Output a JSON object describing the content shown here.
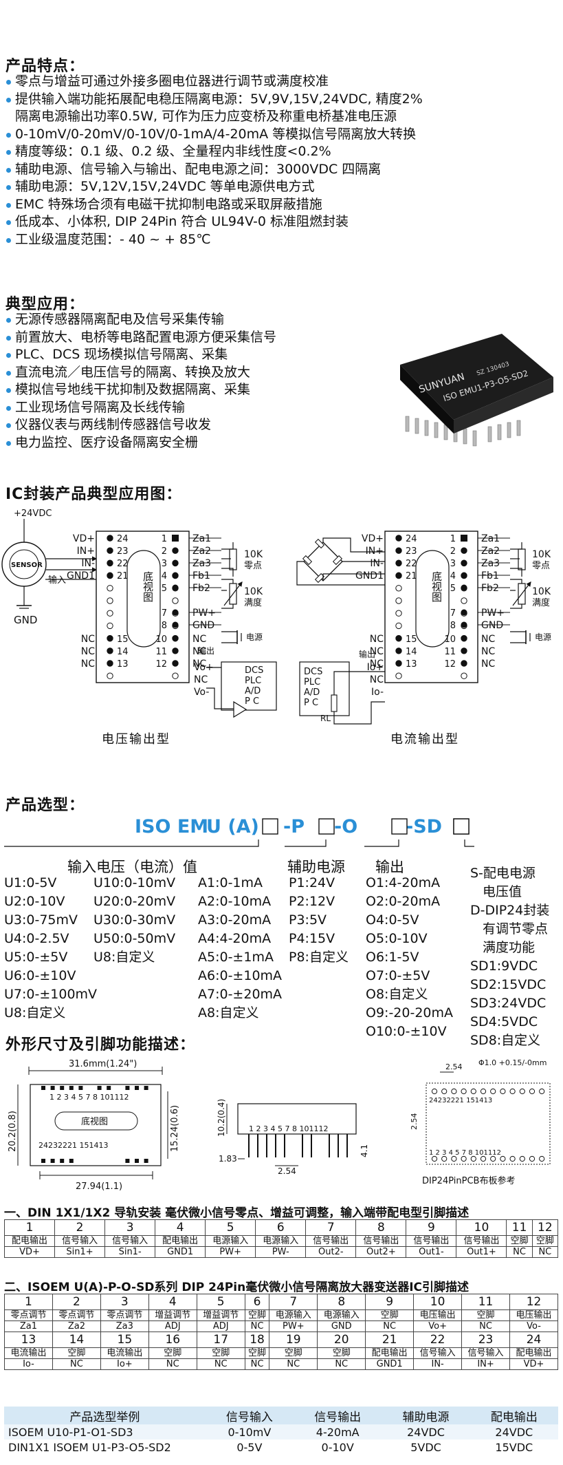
{
  "features": {
    "title": "产品特点：",
    "items": [
      {
        "text": "零点与增益可通过外接多圈电位器进行调节或满度校准"
      },
      {
        "text": "提供输入端功能拓展配电稳压隔离电源：5V,9V,15V,24VDC, 精度2%"
      },
      {
        "text": "隔离电源输出功率0.5W, 可作为压力应变桥及称重电桥基准电压源",
        "cont": true
      },
      {
        "text": "0-10mV/0-20mV/0-10V/0-1mA/4-20mA 等模拟信号隔离放大转换"
      },
      {
        "text": "精度等级：0.1 级、0.2 级、全量程内非线性度<0.2%"
      },
      {
        "text": "辅助电源、信号输入与输出、配电电源之间：3000VDC 四隔离"
      },
      {
        "text": "辅助电源：5V,12V,15V,24VDC 等单电源供电方式"
      },
      {
        "text": "EMC 特殊场合须有电磁干扰抑制电路或采取屏蔽措施"
      },
      {
        "text": "低成本、小体积, DIP 24Pin 符合 UL94V-0 标准阻燃封装"
      },
      {
        "text": "工业级温度范围：- 40 ~ + 85℃"
      }
    ]
  },
  "applications": {
    "title": "典型应用：",
    "items": [
      "无源传感器隔离配电及信号采集传输",
      "前置放大、电桥等电路配置电源方便采集信号",
      "PLC、DCS 现场模拟信号隔离、采集",
      "直流电流／电压信号的隔离、转换及放大",
      "模拟信号地线干扰抑制及数据隔离、采集",
      "工业现场信号隔离及长线传输",
      "仪器仪表与两线制传感器信号收发",
      "电力监控、医疗设备隔离安全栅"
    ]
  },
  "chip_photo": {
    "brand": "SUNYUAN",
    "code": "SZ 130403",
    "model": "ISO EMU1-P3-O5-SD2"
  },
  "ic_diagram": {
    "title": "IC封装产品典型应用图：",
    "supply": "+24VDC",
    "sensor": "SENSOR",
    "gnd": "GND",
    "bottom_view": "底视图",
    "left_pins": [
      {
        "name": "VD+",
        "num": "24"
      },
      {
        "name": "IN+",
        "num": "23"
      },
      {
        "name": "IN-",
        "num": "22"
      },
      {
        "name": "GND1",
        "num": "21"
      },
      {
        "name": "NC",
        "num": "15"
      },
      {
        "name": "NC",
        "num": "14"
      },
      {
        "name": "NC",
        "num": "13"
      }
    ],
    "right_pins": [
      {
        "name": "Za1",
        "num": "1"
      },
      {
        "name": "Za2",
        "num": "2"
      },
      {
        "name": "Za3",
        "num": "3"
      },
      {
        "name": "Fb1",
        "num": "4"
      },
      {
        "name": "Fb2",
        "num": "5"
      },
      {
        "name": "PW+",
        "num": "7"
      },
      {
        "name": "GND",
        "num": "8"
      },
      {
        "name": "NC",
        "num": "10"
      },
      {
        "name": "NC",
        "num": "11"
      },
      {
        "name": "NC",
        "num": "12"
      }
    ],
    "input_label": "输入",
    "pot1": "10K",
    "pot1_desc": "零点",
    "pot2": "10K",
    "pot2_desc": "满度",
    "power_label": "电源",
    "output_label": "输出",
    "volt_out_pins": [
      "Vo+",
      "NC",
      "Vo-"
    ],
    "curr_out_pins": [
      "Io+",
      "NC",
      "Io-"
    ],
    "load_lines": [
      "DCS",
      "PLC",
      "A/D",
      "P C"
    ],
    "rl": "RL",
    "caption_voltage": "电压输出型",
    "caption_current": "电流输出型"
  },
  "selection": {
    "title": "产品选型：",
    "model_parts": [
      "ISO EM",
      "U (A)",
      "-P",
      "-O",
      "-SD"
    ],
    "col_input_title": "输入电压（电流）值",
    "col_aux_title": "辅助电源",
    "col_out_title": "输出",
    "u_a": [
      "U1:0-5V",
      "U2:0-10V",
      "U3:0-75mV",
      "U4:0-2.5V",
      "U5:0-±5V",
      "U6:0-±10V",
      "U7:0-±100mV",
      "U8:自定义"
    ],
    "u_b": [
      "U10:0-10mV",
      "U20:0-20mV",
      "U30:0-30mV",
      "U50:0-50mV",
      "U8:自定义"
    ],
    "a": [
      "A1:0-1mA",
      "A2:0-10mA",
      "A3:0-20mA",
      "A4:4-20mA",
      "A5:0-±1mA",
      "A6:0-±10mA",
      "A7:0-±20mA",
      "A8:自定义"
    ],
    "p": [
      "P1:24V",
      "P2:12V",
      "P3:5V",
      "P4:15V",
      "P8:自定义"
    ],
    "o": [
      "O1:4-20mA",
      "O2:0-20mA",
      "O4:0-5V",
      "O5:0-10V",
      "O6:1-5V",
      "O7:0-±5V",
      "O8:自定义",
      "O9:-20-20mA",
      "O10:0-±10V"
    ],
    "s": [
      "S-配电电源",
      "电压值",
      "D-DIP24封装",
      "有调节零点",
      "满度功能",
      "SD1:9VDC",
      "SD2:15VDC",
      "SD3:24VDC",
      "SD4:5VDC",
      "SD8:自定义"
    ]
  },
  "dimensions": {
    "title": "外形尺寸及引脚功能描述：",
    "width_top": "31.6mm(1.24\")",
    "height_left": "20.2(0.8)",
    "height_right": "15.24(0.6)",
    "width_bottom": "27.94(1.1)",
    "top_row": "1 2 3 4 5   7 8   101112",
    "bottom_row": "24232221         151413",
    "bottom_view": "底视图",
    "side_h": "10.2(0.4)",
    "side_pins": "1 2 3 4 5   7 8  101112",
    "side_1": "1.83",
    "side_2": "2.54",
    "side_3": "4.1",
    "pcb_pitch": "2.54",
    "pcb_hole": "Φ1.0 +0.15/-0mm",
    "pcb_h": "2.54",
    "pcb_top": "24232221        151413",
    "pcb_bot": "1 2 3 4 5   7 8  101112",
    "pcb_caption": "DIP24PinPCB布板参考"
  },
  "din_table": {
    "title": "一、DIN 1X1/1X2 导轨安装  毫伏微小信号零点、增益可调整，输入端带配电型引脚描述",
    "nums": [
      "1",
      "2",
      "3",
      "4",
      "5",
      "6",
      "7",
      "8",
      "9",
      "10",
      "11",
      "12"
    ],
    "r1": [
      "配电输出",
      "信号输入",
      "信号输入",
      "配电输出",
      "电源输入",
      "电源输入",
      "信号输出",
      "信号输出",
      "信号输出",
      "信号输出",
      "空脚",
      "空脚"
    ],
    "r2": [
      "VD+",
      "Sin1+",
      "Sin1-",
      "GND1",
      "PW+",
      "PW-",
      "Out2-",
      "Out2+",
      "Out1-",
      "Out1+",
      "NC",
      "NC"
    ]
  },
  "iso_table": {
    "title": "二、ISOEM U(A)-P-O-SD系列  DIP 24Pin毫伏微小信号隔离放大器变送器IC引脚描述",
    "nums1": [
      "1",
      "2",
      "3",
      "4",
      "5",
      "6",
      "7",
      "8",
      "9",
      "10",
      "11",
      "12"
    ],
    "r1a": [
      "零点调节",
      "零点调节",
      "零点调节",
      "增益调节",
      "增益调节",
      "空脚",
      "电源输入",
      "电源输入",
      "空脚",
      "电压输出",
      "空脚",
      "电压输出"
    ],
    "r1b": [
      "Za1",
      "Za2",
      "Za3",
      "ADJ",
      "ADJ",
      "NC",
      "PW+",
      "GND",
      "NC",
      "Vo+",
      "NC",
      "Vo-"
    ],
    "nums2": [
      "13",
      "14",
      "15",
      "16",
      "17",
      "18",
      "19",
      "20",
      "21",
      "22",
      "23",
      "24"
    ],
    "r2a": [
      "电流输出",
      "空脚",
      "电流输出",
      "空脚",
      "空脚",
      "空脚",
      "空脚",
      "空脚",
      "配电输出",
      "信号输入",
      "信号输入",
      "配电输出"
    ],
    "r2b": [
      "Io-",
      "NC",
      "Io+",
      "NC",
      "NC",
      "NC",
      "NC",
      "NC",
      "GND1",
      "IN-",
      "IN+",
      "VD+"
    ]
  },
  "examples": {
    "headers": [
      "产品选型举例",
      "信号输入",
      "信号输出",
      "辅助电源",
      "配电输出"
    ],
    "rows": [
      [
        "ISOEM  U10-P1-O1-SD3",
        "0-10mV",
        "4-20mA",
        "24VDC",
        "24VDC"
      ],
      [
        "DIN1X1 ISOEM  U1-P3-O5-SD2",
        "0-5V",
        "0-10V",
        "5VDC",
        "15VDC"
      ]
    ]
  },
  "colors": {
    "accent": "#2a8fd6",
    "header_bg": "#d6e8f5",
    "row_alt": "#eef5fb"
  }
}
